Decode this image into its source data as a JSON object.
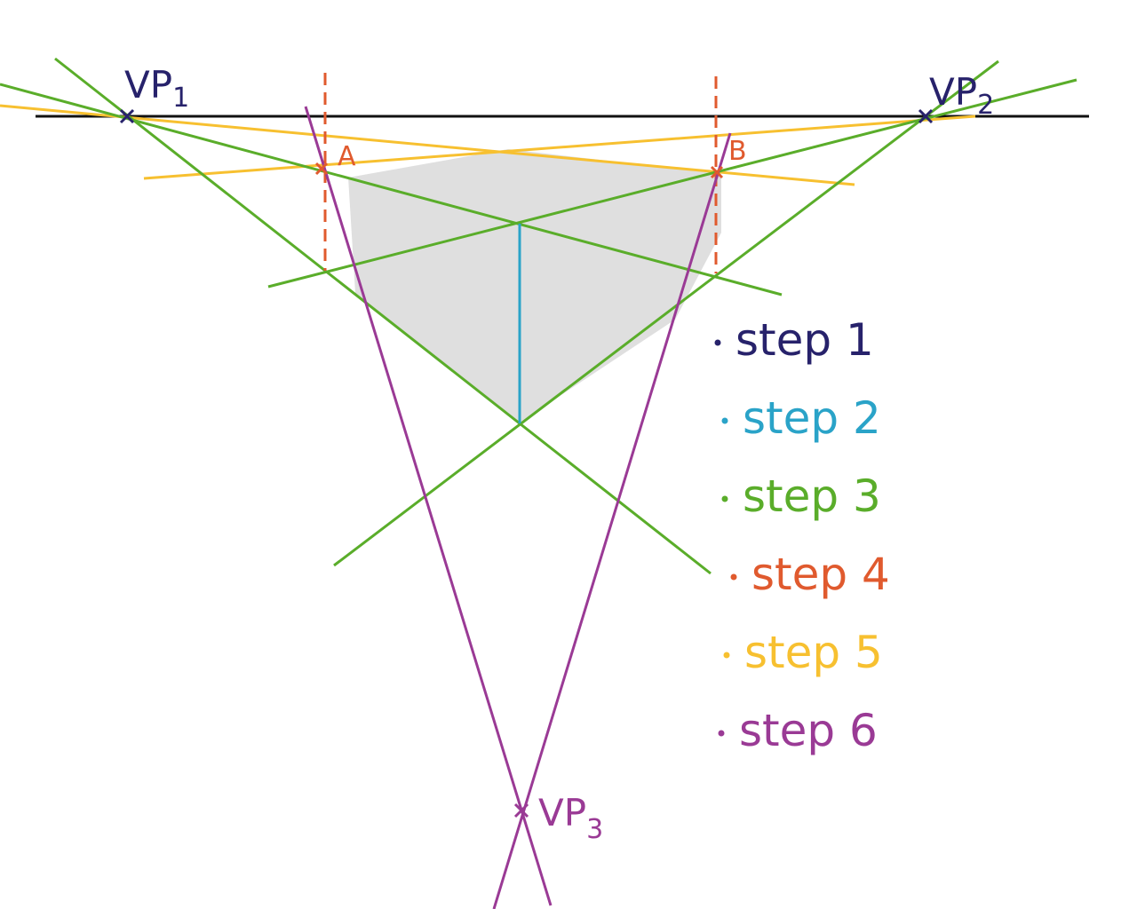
{
  "labels": {
    "vp1": {
      "main": "VP",
      "sub": "1"
    },
    "vp2": {
      "main": "VP",
      "sub": "2"
    },
    "vp3": {
      "main": "VP",
      "sub": "3"
    },
    "point_a": "A",
    "point_b": "B"
  },
  "legend": [
    {
      "label": "step 1",
      "color": "#27226b"
    },
    {
      "label": "step 2",
      "color": "#2aa3c8"
    },
    {
      "label": "step 3",
      "color": "#5aad2a"
    },
    {
      "label": "step 4",
      "color": "#e05a2e"
    },
    {
      "label": "step 5",
      "color": "#f7c030"
    },
    {
      "label": "step 6",
      "color": "#9a3a95"
    }
  ],
  "colors": {
    "horizon": "#111111",
    "step1": "#27226b",
    "step2": "#2aa3c8",
    "step3": "#5aad2a",
    "step4": "#e05a2e",
    "step5": "#f7c030",
    "step6": "#9a3a95",
    "shade": "#dcdcdc"
  }
}
